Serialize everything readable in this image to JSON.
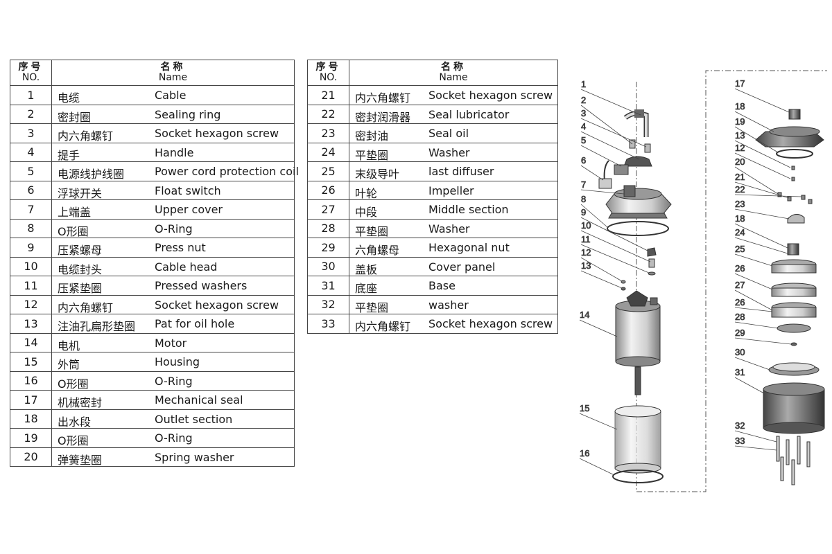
{
  "header": {
    "no_zh": "序号",
    "no_en": "NO.",
    "name_zh": "名称",
    "name_en": "Name"
  },
  "parts": [
    {
      "no": "1",
      "zh": "电缆",
      "en": "Cable"
    },
    {
      "no": "2",
      "zh": "密封圈",
      "en": "Sealing ring"
    },
    {
      "no": "3",
      "zh": "内六角螺钉",
      "en": "Socket hexagon screw"
    },
    {
      "no": "4",
      "zh": "提手",
      "en": "Handle"
    },
    {
      "no": "5",
      "zh": "电源线护线圈",
      "en": "Power cord protection coil"
    },
    {
      "no": "6",
      "zh": "浮球开关",
      "en": "Float switch"
    },
    {
      "no": "7",
      "zh": "上端盖",
      "en": "Upper cover"
    },
    {
      "no": "8",
      "zh": "O形圈",
      "en": "O-Ring"
    },
    {
      "no": "9",
      "zh": "压紧螺母",
      "en": "Press nut"
    },
    {
      "no": "10",
      "zh": "电缆封头",
      "en": "Cable head"
    },
    {
      "no": "11",
      "zh": "压紧垫圈",
      "en": "Pressed washers"
    },
    {
      "no": "12",
      "zh": "内六角螺钉",
      "en": "Socket hexagon screw"
    },
    {
      "no": "13",
      "zh": "注油孔扁形垫圈",
      "en": "Pat for oil hole"
    },
    {
      "no": "14",
      "zh": "电机",
      "en": "Motor"
    },
    {
      "no": "15",
      "zh": "外筒",
      "en": "Housing"
    },
    {
      "no": "16",
      "zh": "O形圈",
      "en": "O-Ring"
    },
    {
      "no": "17",
      "zh": "机械密封",
      "en": "Mechanical seal"
    },
    {
      "no": "18",
      "zh": "出水段",
      "en": "Outlet section"
    },
    {
      "no": "19",
      "zh": "O形圈",
      "en": "O-Ring"
    },
    {
      "no": "20",
      "zh": "弹簧垫圈",
      "en": "Spring washer"
    },
    {
      "no": "21",
      "zh": "内六角螺钉",
      "en": "Socket hexagon screw"
    },
    {
      "no": "22",
      "zh": "密封润滑器",
      "en": "Seal lubricator"
    },
    {
      "no": "23",
      "zh": "密封油",
      "en": "Seal oil"
    },
    {
      "no": "24",
      "zh": "平垫圈",
      "en": "Washer"
    },
    {
      "no": "25",
      "zh": "末级导叶",
      "en": "last diffuser"
    },
    {
      "no": "26",
      "zh": "叶轮",
      "en": "Impeller"
    },
    {
      "no": "27",
      "zh": "中段",
      "en": "Middle section"
    },
    {
      "no": "28",
      "zh": "平垫圈",
      "en": "Washer"
    },
    {
      "no": "29",
      "zh": "六角螺母",
      "en": "Hexagonal nut"
    },
    {
      "no": "30",
      "zh": "盖板",
      "en": "Cover panel"
    },
    {
      "no": "31",
      "zh": "底座",
      "en": "Base"
    },
    {
      "no": "32",
      "zh": "平垫圈",
      "en": "washer"
    },
    {
      "no": "33",
      "zh": "内六角螺钉",
      "en": "Socket hexagon screw"
    }
  ],
  "diagram_labels": {
    "left": [
      "1",
      "2",
      "3",
      "4",
      "5",
      "6",
      "7",
      "8",
      "9",
      "10",
      "11",
      "12",
      "13",
      "14",
      "15",
      "16"
    ],
    "right": [
      "17",
      "18",
      "19",
      "13",
      "12",
      "20",
      "21",
      "22",
      "23",
      "18",
      "24",
      "25",
      "26",
      "27",
      "26",
      "28",
      "29",
      "30",
      "31",
      "32",
      "33"
    ]
  }
}
